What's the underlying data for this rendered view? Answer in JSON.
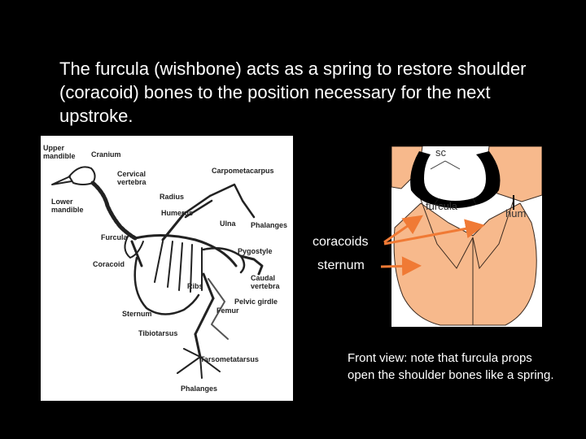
{
  "slide": {
    "title": "The furcula (wishbone) acts as a spring to restore shoulder (coracoid) bones to the position necessary for the next upstroke.",
    "caption": "Front view: note that furcula props open the shoulder bones like a spring."
  },
  "skeleton": {
    "labels": {
      "upper_mandible": "Upper\nmandible",
      "cranium": "Cranium",
      "cervical_vertebra": "Cervical\nvertebra",
      "carpometacarpus": "Carpometacarpus",
      "lower_mandible": "Lower\nmandible",
      "radius": "Radius",
      "humerus": "Humerus",
      "ulna": "Ulna",
      "phalanges_wing": "Phalanges",
      "furcula": "Furcula",
      "pygostyle": "Pygostyle",
      "coracoid": "Coracoid",
      "caudal_vertebra": "Caudal\nvertebra",
      "ribs": "Ribs",
      "pelvic_girdle": "Pelvic girdle",
      "sternum": "Sternum",
      "femur": "Femur",
      "tibiotarsus": "Tibiotarsus",
      "tarsometatarsus": "Tarsometatarsus",
      "phalanges_foot": "Phalanges"
    }
  },
  "front_view": {
    "labels": {
      "sc": "sc",
      "furcula": "furcula",
      "hum": "hum"
    },
    "colors": {
      "bone": "#F7B98C",
      "furcula": "#000000",
      "outline": "#3a2a20"
    }
  },
  "callouts": {
    "coracoids": "coracoids",
    "sternum": "sternum"
  },
  "arrow_color": "#F07A35"
}
